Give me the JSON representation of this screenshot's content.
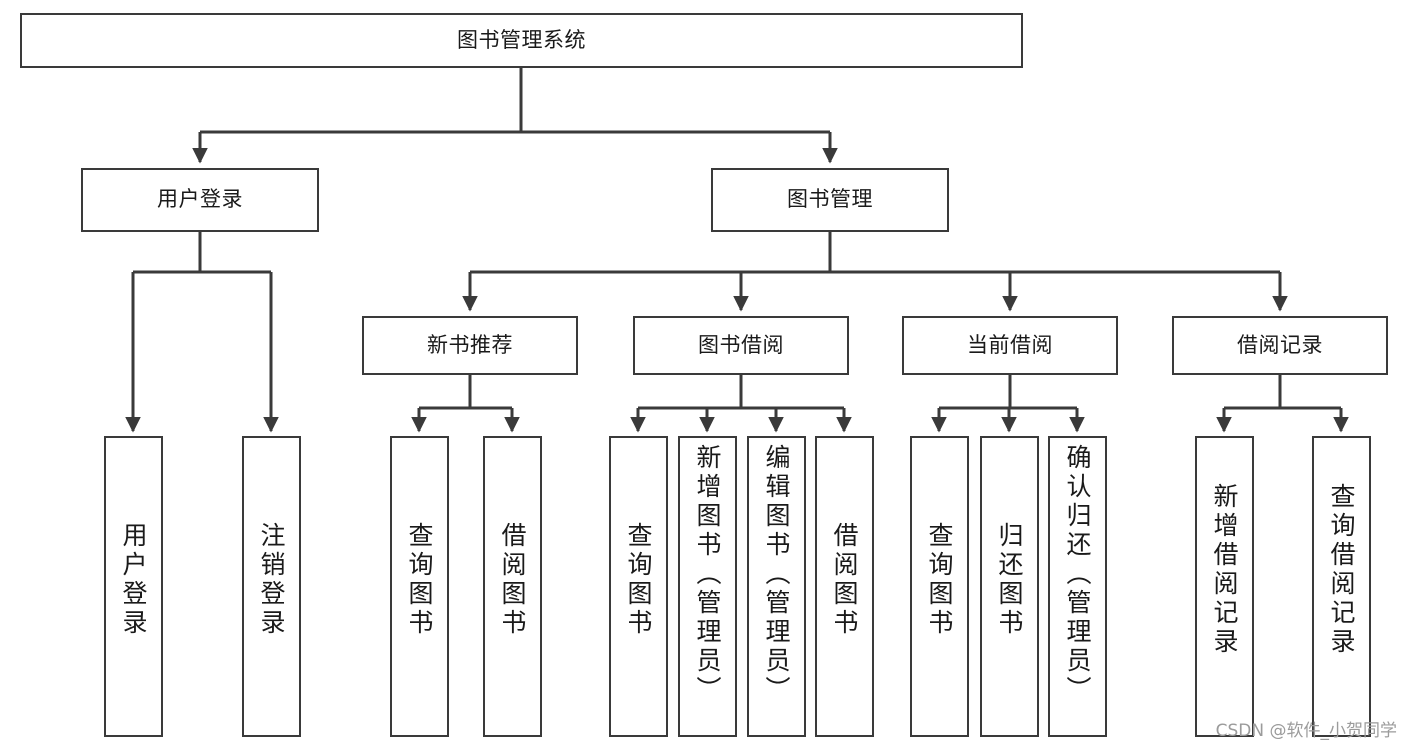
{
  "diagram": {
    "title": "图书管理系统",
    "type": "tree-hierarchy-chart",
    "line_color": "#3a3a3a",
    "box_fill": "#ffffff",
    "text_color": "#1a1a1a",
    "watermark": "CSDN @软件_小贺同学",
    "nodes": {
      "root": {
        "label": "图书管理系统"
      },
      "level2": [
        {
          "key": "user_login",
          "label": "用户登录"
        },
        {
          "key": "book_manage",
          "label": "图书管理"
        }
      ],
      "level3": [
        {
          "key": "new_book_rec",
          "label": "新书推荐"
        },
        {
          "key": "book_borrow",
          "label": "图书借阅"
        },
        {
          "key": "current_borrow",
          "label": "当前借阅"
        },
        {
          "key": "borrow_record",
          "label": "借阅记录"
        }
      ],
      "leaves": {
        "user_login": [
          {
            "key": "leaf_login",
            "label": "用户登录"
          },
          {
            "key": "leaf_logout",
            "label": "注销登录"
          }
        ],
        "new_book_rec": [
          {
            "key": "leaf_query_book_1",
            "label": "查询图书"
          },
          {
            "key": "leaf_borrow_book_1",
            "label": "借阅图书"
          }
        ],
        "book_borrow": [
          {
            "key": "leaf_query_book_2",
            "label": "查询图书"
          },
          {
            "key": "leaf_add_book",
            "label": "新增图书（管理员）"
          },
          {
            "key": "leaf_edit_book",
            "label": "编辑图书（管理员）"
          },
          {
            "key": "leaf_borrow_book_2",
            "label": "借阅图书"
          }
        ],
        "current_borrow": [
          {
            "key": "leaf_query_book_3",
            "label": "查询图书"
          },
          {
            "key": "leaf_return_book",
            "label": "归还图书"
          },
          {
            "key": "leaf_confirm_return",
            "label": "确认归还（管理员）"
          }
        ],
        "borrow_record": [
          {
            "key": "leaf_add_record",
            "label": "新增借阅记录"
          },
          {
            "key": "leaf_query_record",
            "label": "查询借阅记录"
          }
        ]
      }
    }
  }
}
